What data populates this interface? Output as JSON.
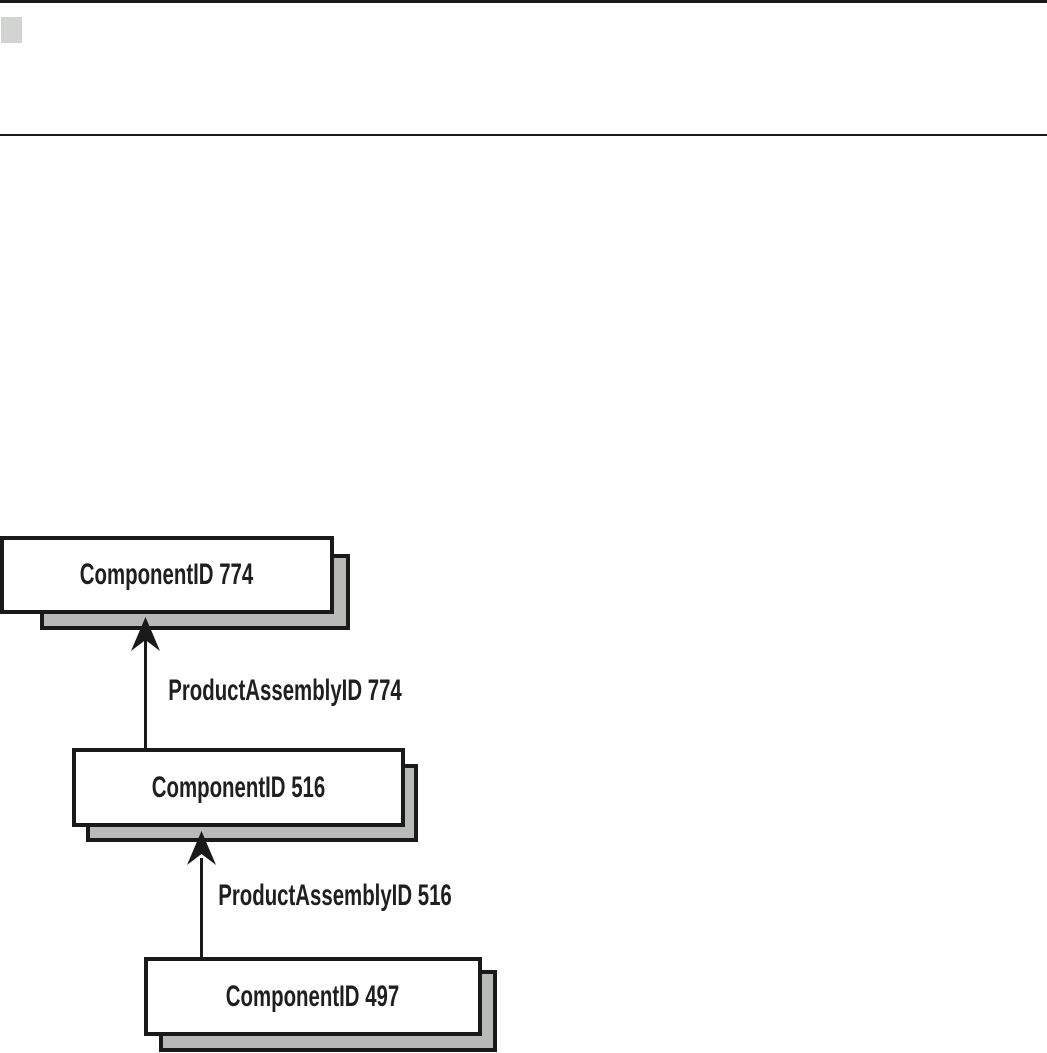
{
  "page": {
    "background": "#ffffff",
    "top_border_color": "#000000",
    "header_rule_color": "#000000",
    "marker_square_color": "#d1d4d1"
  },
  "diagram": {
    "type": "hierarchy",
    "colors": {
      "ink": "#1a1a1a",
      "box_fill": "#ffffff",
      "shadow_fill": "#b8bab7",
      "text": "#1f1f1f"
    },
    "nodes": [
      {
        "id": "component-774",
        "label": "ComponentID 774"
      },
      {
        "id": "component-516",
        "label": "ComponentID 516"
      },
      {
        "id": "component-497",
        "label": "ComponentID 497"
      }
    ],
    "edges": [
      {
        "from": "component-516",
        "to": "component-774",
        "label": "ProductAssemblyID 774"
      },
      {
        "from": "component-497",
        "to": "component-516",
        "label": "ProductAssemblyID 516"
      }
    ]
  }
}
